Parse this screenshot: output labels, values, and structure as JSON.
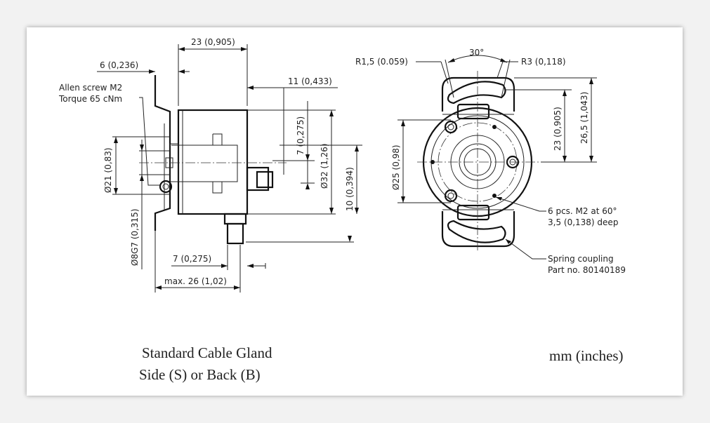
{
  "labels": {
    "d_23": "23 (0,905)",
    "d_6": "6 (0,236)",
    "d_11": "11 (0,433)",
    "allen_1": "Allen screw M2",
    "allen_2": "Torque 65 cNm",
    "d_7v": "7 (0,275)",
    "d_21": "Ø21 (0,83)",
    "d_32": "Ø32 (1,26)",
    "d_10": "10 (0,394)",
    "d_8g7": "Ø8G7 (0,315)",
    "d_7h": "7 (0,275)",
    "d_max26": "max. 26 (1,02)",
    "r15": "R1,5 (0.059)",
    "a30": "30°",
    "r3": "R3 (0,118)",
    "d_25": "Ø25 (0,98)",
    "d_23r": "23 (0,905)",
    "d_265": "26,5 (1,043)",
    "m2_1": "6 pcs. M2 at 60°",
    "m2_2": "3,5 (0,138) deep",
    "spring_1": "Spring coupling",
    "spring_2": "Part no. 80140189"
  },
  "captions": {
    "gland_1": "Standard Cable Gland",
    "gland_2": "Side (S) or Back (B)",
    "units": "mm (inches)"
  }
}
